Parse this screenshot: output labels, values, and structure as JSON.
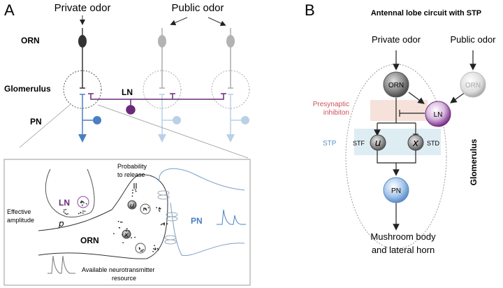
{
  "panelA": {
    "letter": "A",
    "private_odor": "Private odor",
    "public_odor": "Public odor",
    "labels": {
      "orn": "ORN",
      "glomerulus": "Glomerulus",
      "pn": "PN",
      "ln": "LN"
    },
    "inset": {
      "ln": "LN",
      "pn": "PN",
      "orn": "ORN",
      "effective_amplitude_1": "Effective",
      "effective_amplitude_2": "amplitude",
      "p_symbol": "p",
      "probability_1": "Probability",
      "probability_2": "to release",
      "u_symbol": "u",
      "x_symbol": "x",
      "resource_1": "Available neurotransmitter",
      "resource_2": "resource"
    }
  },
  "panelB": {
    "letter": "B",
    "title": "Antennal lobe circuit with STP",
    "private_odor": "Private odor",
    "public_odor": "Public odor",
    "orn": "ORN",
    "orn_public": "ORN",
    "ln": "LN",
    "pn": "PN",
    "presynaptic_1": "Presynaptic",
    "presynaptic_2": "inhibiton",
    "stp": "STP",
    "stf": "STF",
    "std": "STD",
    "u_symbol": "u",
    "x_symbol": "x",
    "glomerulus": "Glomerulus",
    "output_1": "Mushroom body",
    "output_2": "and lateral horn"
  },
  "colors": {
    "ln_purple": "#6a2a78",
    "pn_blue": "#4a7fc0",
    "pn_light": "#b9d1e6",
    "orn_dark": "#333333",
    "orn_light": "#b3b3b3",
    "presynaptic_red": "#d0505a",
    "stp_blue": "#5b8fc6",
    "inhib_box": "#f6e2da",
    "stp_box": "#deedf3"
  }
}
